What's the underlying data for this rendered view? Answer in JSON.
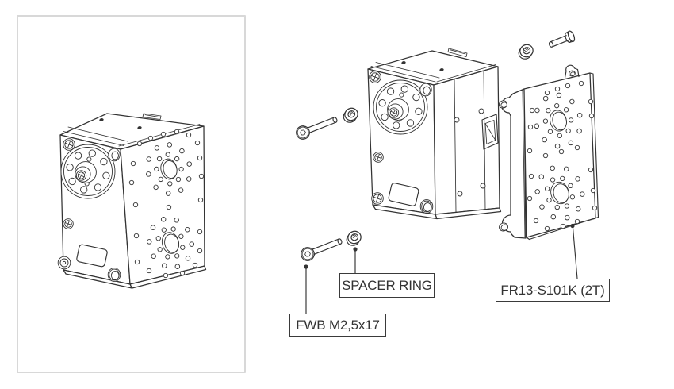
{
  "callouts": {
    "fwb": {
      "text": "FWB M2,5x17"
    },
    "spacer": {
      "text": "SPACER RING"
    },
    "frame": {
      "text": "FR13-S101K (2T)"
    }
  },
  "colors": {
    "line": "#333333",
    "panel_border": "#d8d8d8",
    "label_border": "#3a3a3a",
    "label_text": "#333333",
    "background": "#ffffff"
  }
}
